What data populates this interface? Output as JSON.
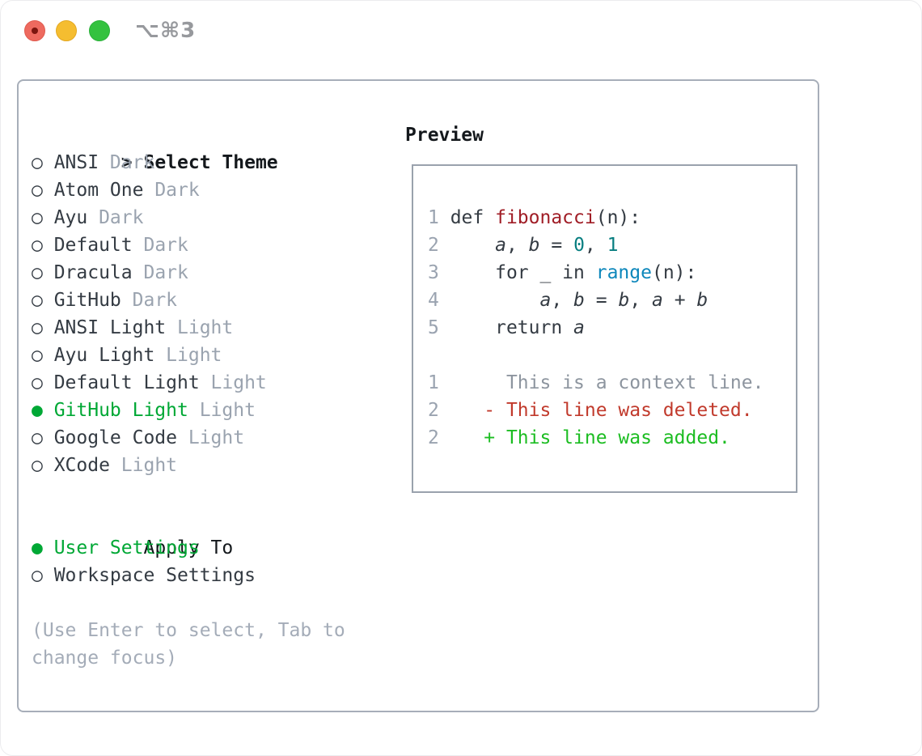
{
  "titlebar": {
    "shortcut": "⌥⌘3",
    "traffic_lights": [
      "close",
      "minimize",
      "zoom"
    ]
  },
  "theme_picker": {
    "prompt": ">",
    "title": "Select Theme",
    "markers": {
      "selected": "●",
      "unselected": "○"
    },
    "themes": [
      {
        "name": "ANSI",
        "variant": "Dark",
        "selected": false
      },
      {
        "name": "Atom One",
        "variant": "Dark",
        "selected": false
      },
      {
        "name": "Ayu",
        "variant": "Dark",
        "selected": false
      },
      {
        "name": "Default",
        "variant": "Dark",
        "selected": false
      },
      {
        "name": "Dracula",
        "variant": "Dark",
        "selected": false
      },
      {
        "name": "GitHub",
        "variant": "Dark",
        "selected": false
      },
      {
        "name": "ANSI Light",
        "variant": "Light",
        "selected": false
      },
      {
        "name": "Ayu Light",
        "variant": "Light",
        "selected": false
      },
      {
        "name": "Default Light",
        "variant": "Light",
        "selected": false
      },
      {
        "name": "GitHub Light",
        "variant": "Light",
        "selected": true
      },
      {
        "name": "Google Code",
        "variant": "Light",
        "selected": false
      },
      {
        "name": "XCode",
        "variant": "Light",
        "selected": false
      }
    ],
    "apply_to": {
      "title": "Apply To",
      "options": [
        {
          "name": "User Settings",
          "selected": true
        },
        {
          "name": "Workspace Settings",
          "selected": false
        }
      ]
    },
    "hint": "(Use Enter to select, Tab to change focus)"
  },
  "preview": {
    "title": "Preview",
    "code_lines": [
      {
        "segments": [
          {
            "t": "1 ",
            "c": "ln"
          },
          {
            "t": "def ",
            "c": "fg"
          },
          {
            "t": "fibonacci",
            "c": "title"
          },
          {
            "t": "(n):",
            "c": "fg"
          }
        ]
      },
      {
        "segments": [
          {
            "t": "2 ",
            "c": "ln"
          },
          {
            "t": "    ",
            "c": "fg"
          },
          {
            "t": "a",
            "c": "var"
          },
          {
            "t": ", ",
            "c": "fg"
          },
          {
            "t": "b",
            "c": "var"
          },
          {
            "t": " = ",
            "c": "fg"
          },
          {
            "t": "0",
            "c": "num"
          },
          {
            "t": ", ",
            "c": "fg"
          },
          {
            "t": "1",
            "c": "num"
          }
        ]
      },
      {
        "segments": [
          {
            "t": "3 ",
            "c": "ln"
          },
          {
            "t": "    for _ in ",
            "c": "fg"
          },
          {
            "t": "range",
            "c": "builtin"
          },
          {
            "t": "(n):",
            "c": "fg"
          }
        ]
      },
      {
        "segments": [
          {
            "t": "4 ",
            "c": "ln"
          },
          {
            "t": "        ",
            "c": "fg"
          },
          {
            "t": "a",
            "c": "var"
          },
          {
            "t": ", ",
            "c": "fg"
          },
          {
            "t": "b",
            "c": "var"
          },
          {
            "t": " = ",
            "c": "fg"
          },
          {
            "t": "b",
            "c": "var"
          },
          {
            "t": ", ",
            "c": "fg"
          },
          {
            "t": "a",
            "c": "var"
          },
          {
            "t": " + ",
            "c": "fg"
          },
          {
            "t": "b",
            "c": "var"
          }
        ]
      },
      {
        "segments": [
          {
            "t": "5 ",
            "c": "ln"
          },
          {
            "t": "    return ",
            "c": "fg"
          },
          {
            "t": "a",
            "c": "var"
          }
        ]
      },
      {
        "segments": []
      },
      {
        "segments": [
          {
            "t": "1 ",
            "c": "ln"
          },
          {
            "t": "     This is a context line.",
            "c": "context"
          }
        ]
      },
      {
        "segments": [
          {
            "t": "2 ",
            "c": "ln"
          },
          {
            "t": "   - This line was deleted.",
            "c": "deleted"
          }
        ]
      },
      {
        "segments": [
          {
            "t": "2 ",
            "c": "ln"
          },
          {
            "t": "   + This line was added.",
            "c": "added"
          }
        ]
      }
    ]
  },
  "colors": {
    "header_black": "#14181c",
    "text_dark": "#343b43",
    "muted_gray": "#9aa3af",
    "hint_gray": "#a4acb8",
    "line_number_gray": "#9aa3b0",
    "context_gray": "#8d959f",
    "selected_green": "#00a835",
    "added_green": "#1cbd22",
    "deleted_red": "#c13a2c",
    "function_red": "#a01d26",
    "builtin_blue": "#0d87bb",
    "number_teal": "#087e80",
    "panel_border": "#a7aeb9",
    "box_border": "#9aa2ad",
    "titlebar_gray": "#97999d",
    "traffic_red": "#ee6a5f",
    "traffic_yellow": "#f5bd30",
    "traffic_green": "#34c23f"
  }
}
